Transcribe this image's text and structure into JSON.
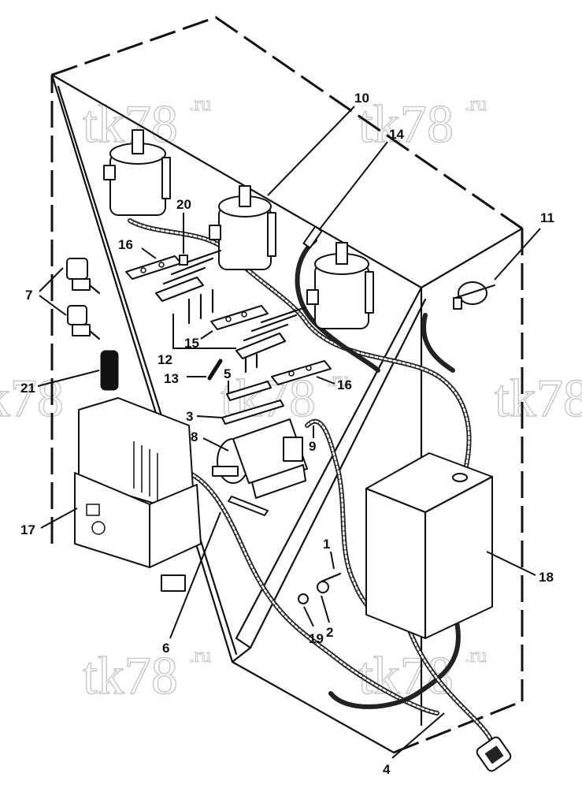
{
  "watermark": {
    "text": "tk78",
    "sup": ".ru"
  },
  "labels": [
    {
      "id": "l10",
      "text": "10"
    },
    {
      "id": "l14",
      "text": "14"
    },
    {
      "id": "l11",
      "text": "11"
    },
    {
      "id": "l20",
      "text": "20"
    },
    {
      "id": "l16a",
      "text": "16"
    },
    {
      "id": "l7",
      "text": "7"
    },
    {
      "id": "l15",
      "text": "15"
    },
    {
      "id": "l12",
      "text": "12"
    },
    {
      "id": "l13",
      "text": "13"
    },
    {
      "id": "l16b",
      "text": "16"
    },
    {
      "id": "l21",
      "text": "21"
    },
    {
      "id": "l5",
      "text": "5"
    },
    {
      "id": "l3",
      "text": "3"
    },
    {
      "id": "l8",
      "text": "8"
    },
    {
      "id": "l9",
      "text": "9"
    },
    {
      "id": "l17",
      "text": "17"
    },
    {
      "id": "l18",
      "text": "18"
    },
    {
      "id": "l1",
      "text": "1"
    },
    {
      "id": "l19",
      "text": "19"
    },
    {
      "id": "l2",
      "text": "2"
    },
    {
      "id": "l6",
      "text": "6"
    },
    {
      "id": "l4",
      "text": "4"
    }
  ]
}
